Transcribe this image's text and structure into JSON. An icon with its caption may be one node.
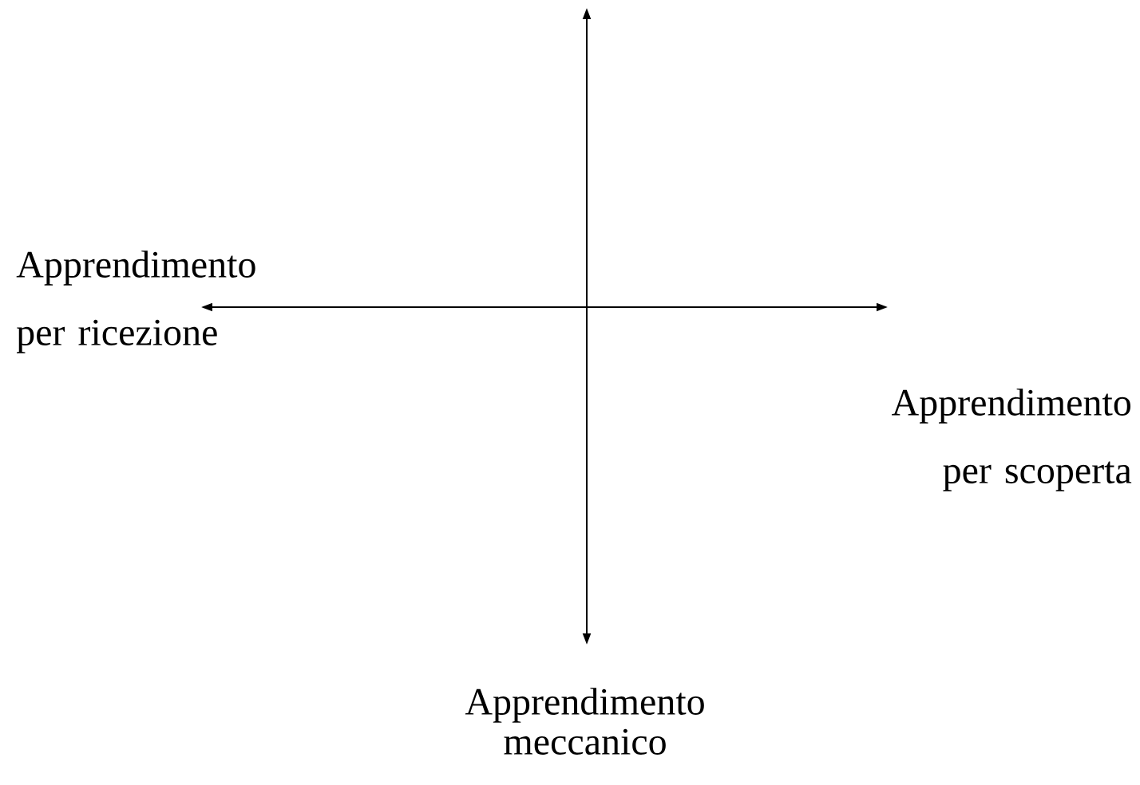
{
  "diagram": {
    "labels": [
      "Apprendimento per ricezione",
      "Apprendimento per scoperta",
      "Apprendimento meccanico"
    ]
  }
}
